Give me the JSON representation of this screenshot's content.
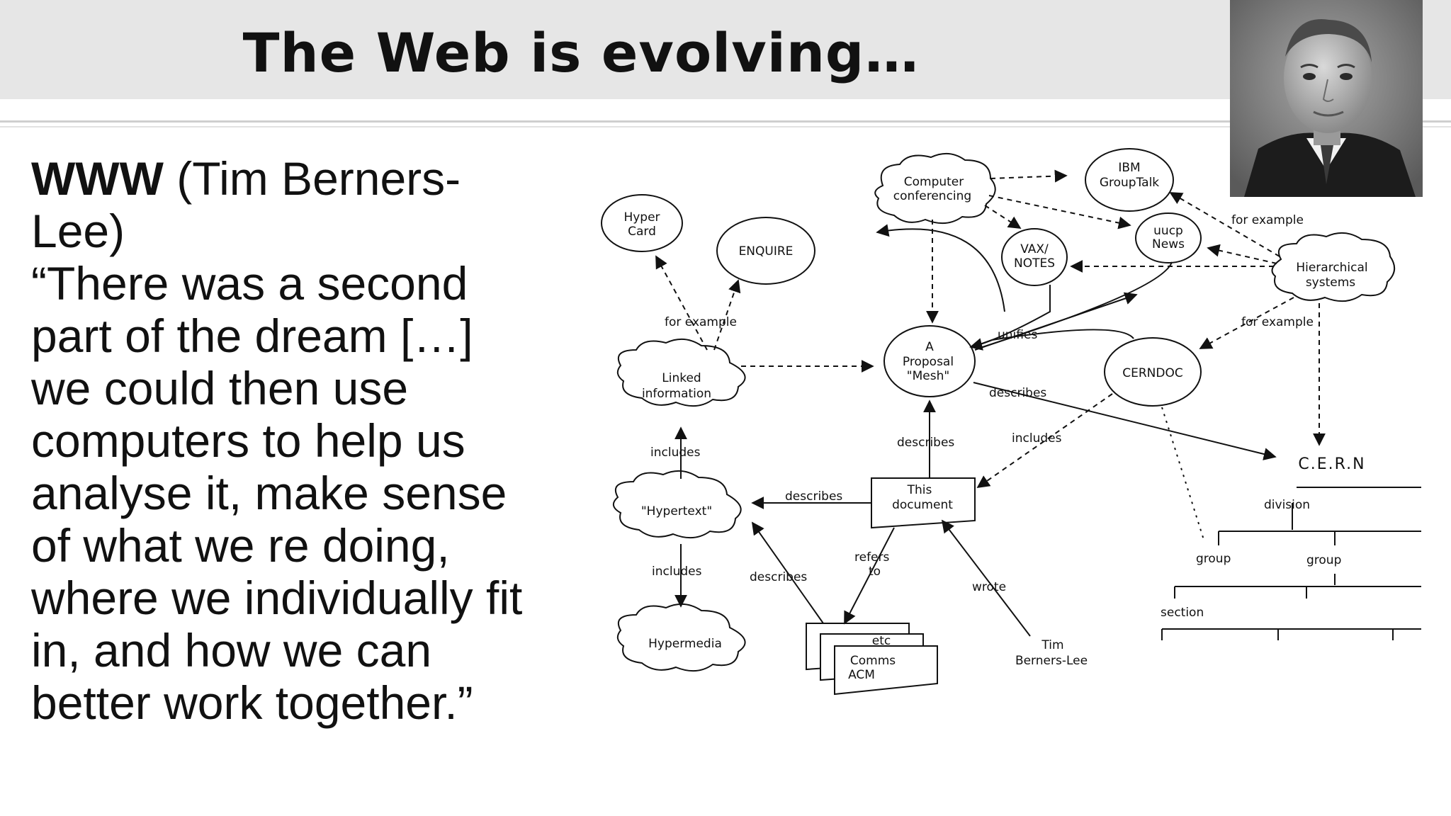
{
  "slide": {
    "title": "The Web is evolving…",
    "quote_lead": "WWW",
    "quote_lead_rest": " (Tim Berners-Lee)",
    "quote_body": "“There was a second part of the dream […] we could then use computers to help us analyse it, make sense of what we re doing, where we individually fit in, and how we can better work together.”"
  },
  "diagram": {
    "nodes": {
      "hypercard_1": "Hyper",
      "hypercard_2": "Card",
      "enquire": "ENQUIRE",
      "computer_conf_1": "Computer",
      "computer_conf_2": "conferencing",
      "ibm_1": "IBM",
      "ibm_2": "GroupTalk",
      "uucp_1": "uucp",
      "uucp_2": "News",
      "vax_1": "VAX/",
      "vax_2": "NOTES",
      "hier_1": "Hierarchical",
      "hier_2": "systems",
      "linked_1": "Linked",
      "linked_2": "information",
      "mesh_1": "A",
      "mesh_2": "Proposal",
      "mesh_3": "\"Mesh\"",
      "cerndoc": "CERNDOC",
      "cern": "C.E.R.N",
      "hypertext": "\"Hypertext\"",
      "this_doc_1": "This",
      "this_doc_2": "document",
      "hypermedia": "Hypermedia",
      "etc": "etc",
      "comms_1": "Comms",
      "comms_2": "ACM",
      "tim_1": "Tim",
      "tim_2": "Berners-Lee"
    },
    "labels": {
      "for_example_1": "for example",
      "for_example_2": "for example",
      "for_example_3": "for example",
      "unifies": "unifies",
      "describes_1": "describes",
      "describes_2": "describes",
      "describes_3": "describes",
      "describes_4": "describes",
      "includes_1": "includes",
      "includes_2": "includes",
      "includes_3": "includes",
      "refers_1": "refers",
      "refers_2": "to",
      "wrote": "wrote",
      "division": "division",
      "group_1": "group",
      "group_2": "group",
      "section": "section"
    }
  }
}
